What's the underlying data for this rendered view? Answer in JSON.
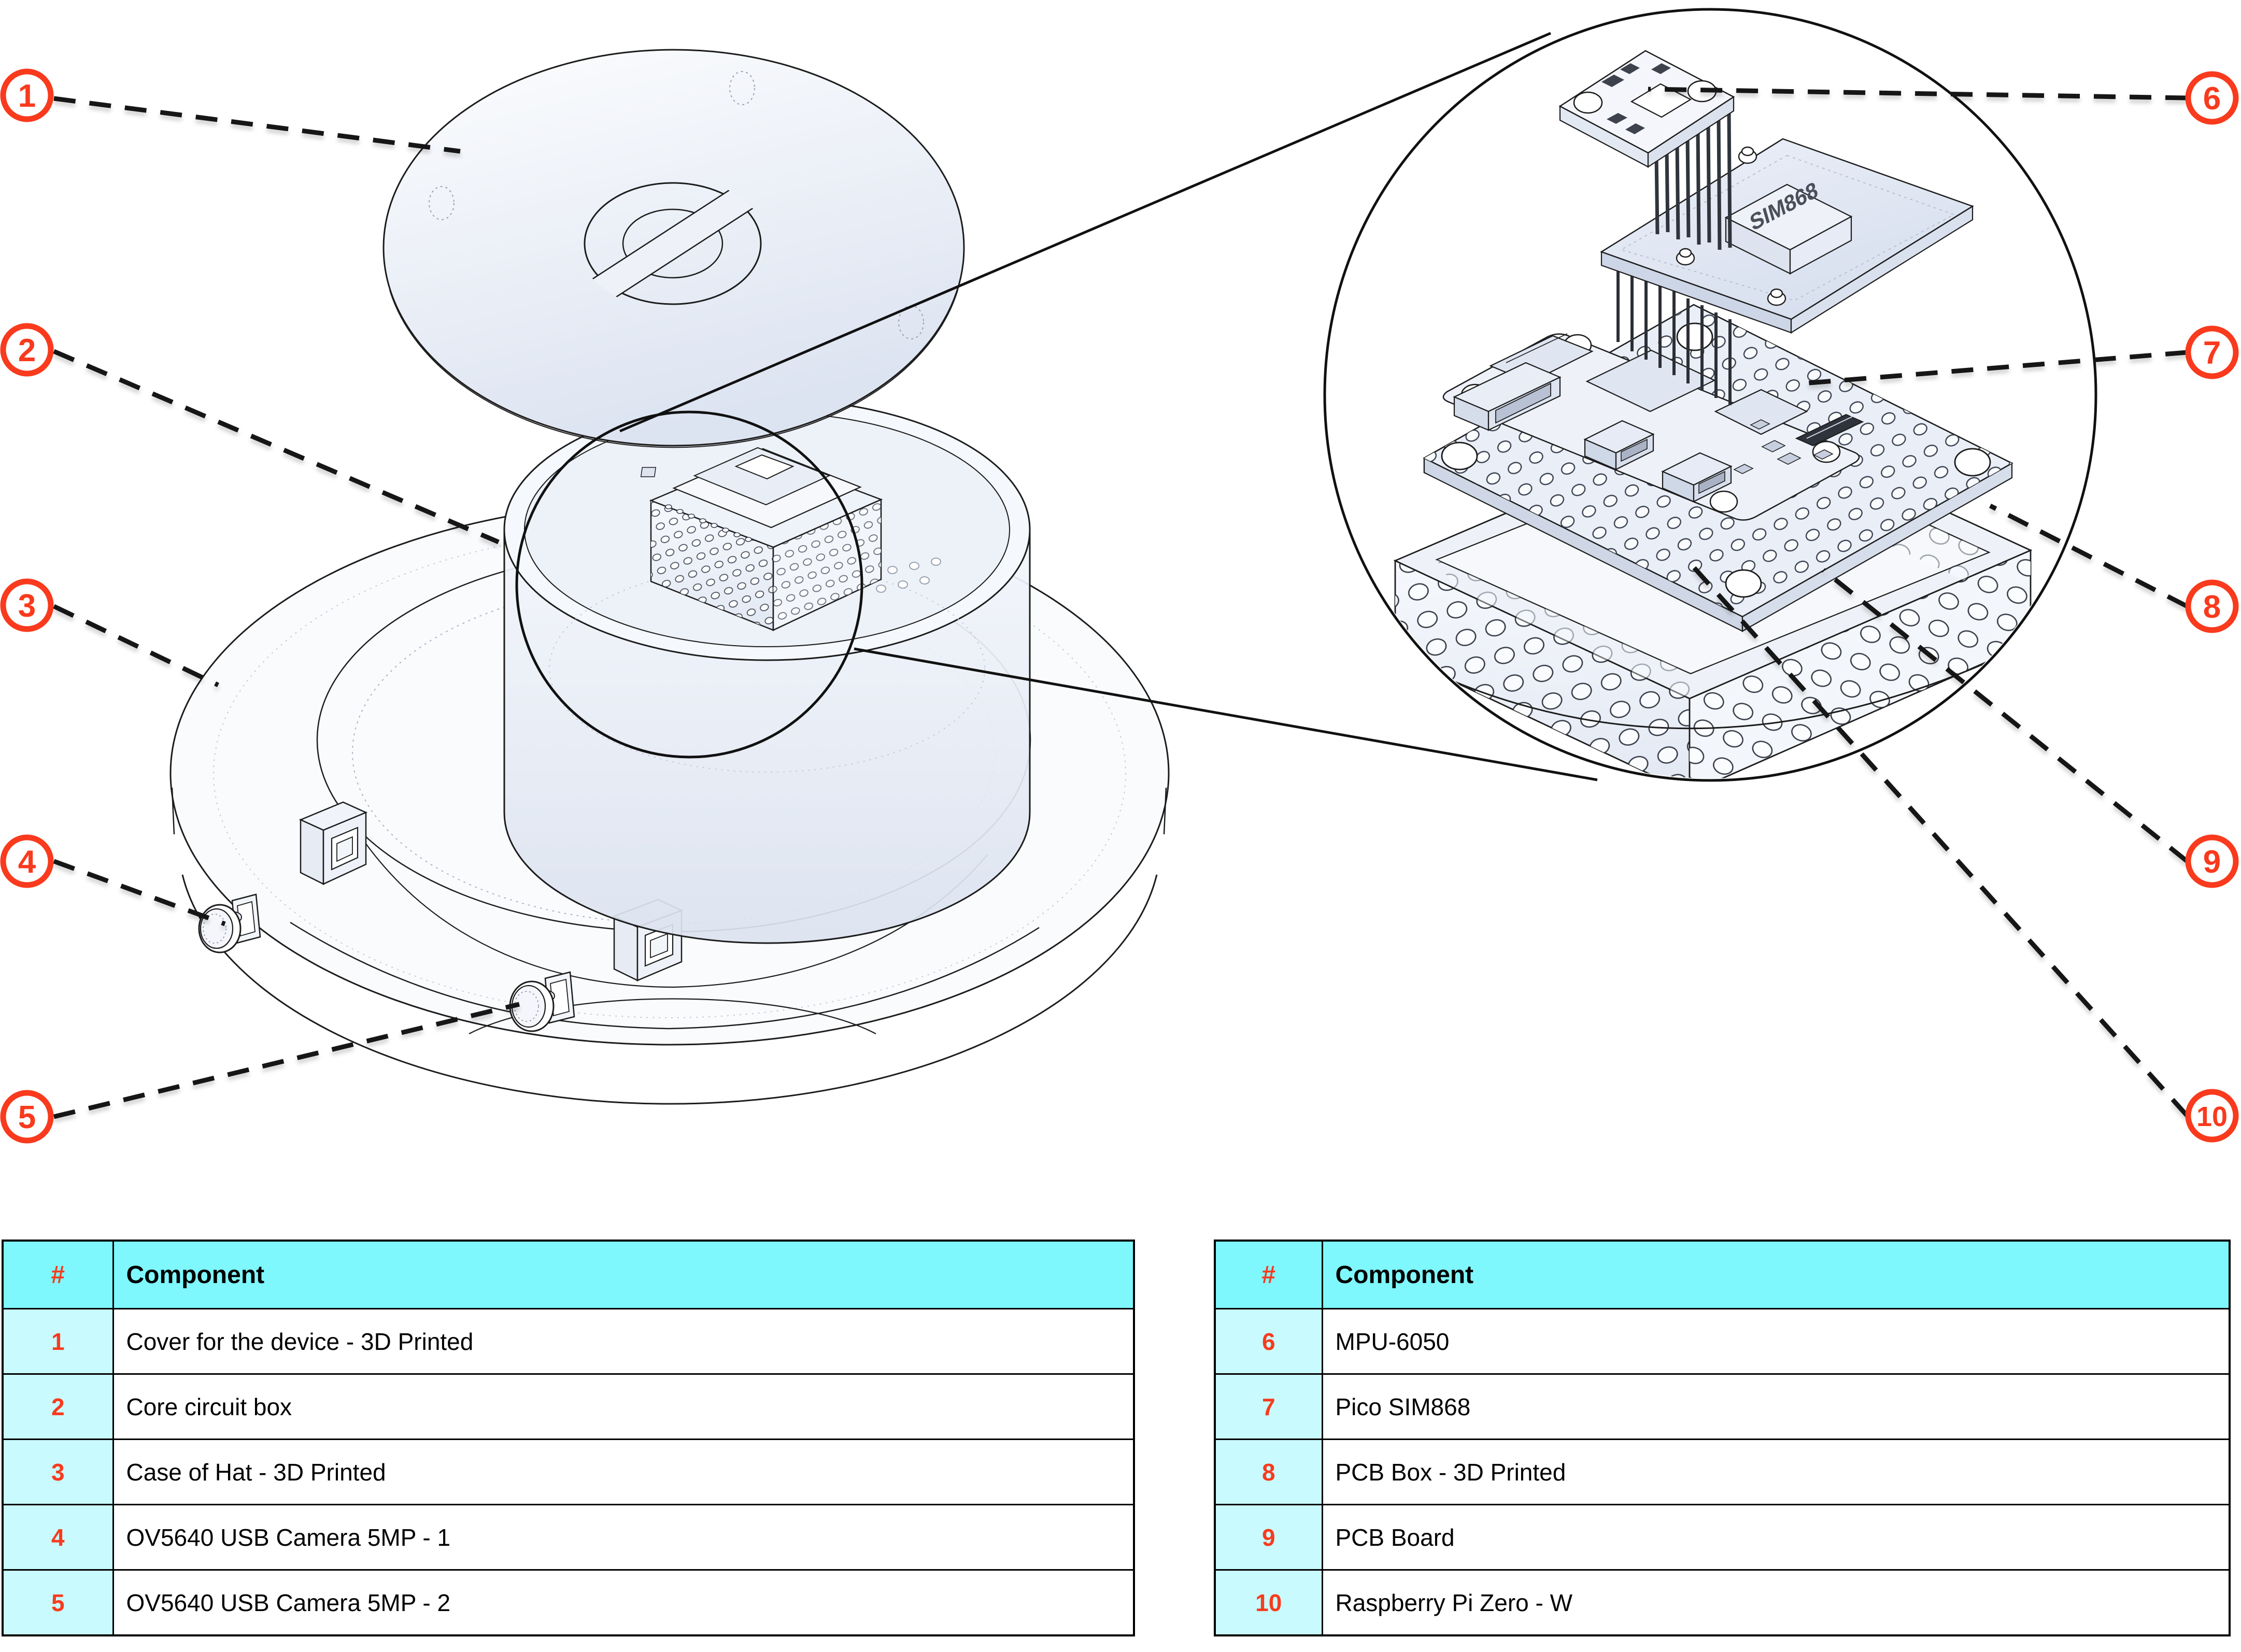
{
  "figure": {
    "description": "Exploded CAD diagram of camera device with magnified circuit stack",
    "callouts": [
      {
        "num": "1",
        "target": "cover-3d-printed"
      },
      {
        "num": "2",
        "target": "core-circuit-box"
      },
      {
        "num": "3",
        "target": "case-of-hat"
      },
      {
        "num": "4",
        "target": "usb-camera-1"
      },
      {
        "num": "5",
        "target": "usb-camera-2"
      },
      {
        "num": "6",
        "target": "mpu-6050"
      },
      {
        "num": "7",
        "target": "pico-sim868"
      },
      {
        "num": "8",
        "target": "pcb-box"
      },
      {
        "num": "9",
        "target": "pcb-board"
      },
      {
        "num": "10",
        "target": "raspberry-pi-zero-w"
      }
    ],
    "detail_labels": {
      "sim_chip": "SIM868"
    }
  },
  "colors": {
    "accent": "#f93a1d",
    "table_header_bg": "#7ef8fd",
    "table_number_bg": "#c9fafd",
    "line_color": "#1a1a1a"
  },
  "tables": [
    {
      "headers": [
        "#",
        "Component"
      ],
      "rows": [
        [
          "1",
          "Cover for the device - 3D Printed"
        ],
        [
          "2",
          "Core circuit box"
        ],
        [
          "3",
          "Case of Hat - 3D Printed"
        ],
        [
          "4",
          "OV5640 USB Camera 5MP - 1"
        ],
        [
          "5",
          "OV5640 USB Camera 5MP - 2"
        ]
      ]
    },
    {
      "headers": [
        "#",
        "Component"
      ],
      "rows": [
        [
          "6",
          "MPU-6050"
        ],
        [
          "7",
          "Pico SIM868"
        ],
        [
          "8",
          "PCB Box - 3D Printed"
        ],
        [
          "9",
          "PCB Board"
        ],
        [
          "10",
          "Raspberry Pi Zero - W"
        ]
      ]
    }
  ]
}
